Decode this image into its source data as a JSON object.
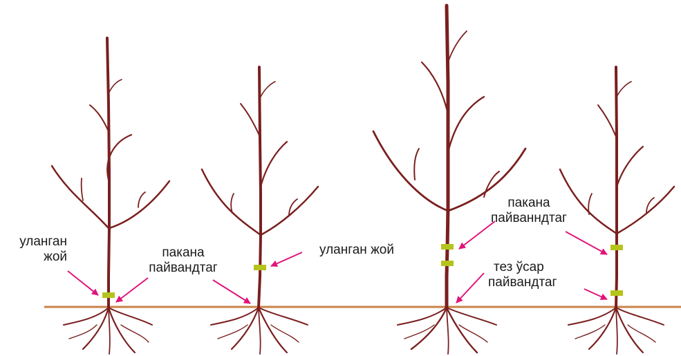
{
  "labels": {
    "tree1_graft_line1": "уланган",
    "tree1_graft_line2": "жой",
    "tree1_root_line1": "пакана",
    "tree1_root_line2": "пайвандтаг",
    "tree2_graft": "уланган жой",
    "tree3_dwarf_line1": "пакана",
    "tree3_dwarf_line2": "пайванндтаг",
    "tree3_vigor_line1": "тез ўсар",
    "tree3_vigor_line2": "пайвандтаг"
  },
  "colors": {
    "trunk": "#7a1f1f",
    "graft_band": "#b5c41c",
    "ground": "#c8824a",
    "arrow": "#e0147a"
  }
}
